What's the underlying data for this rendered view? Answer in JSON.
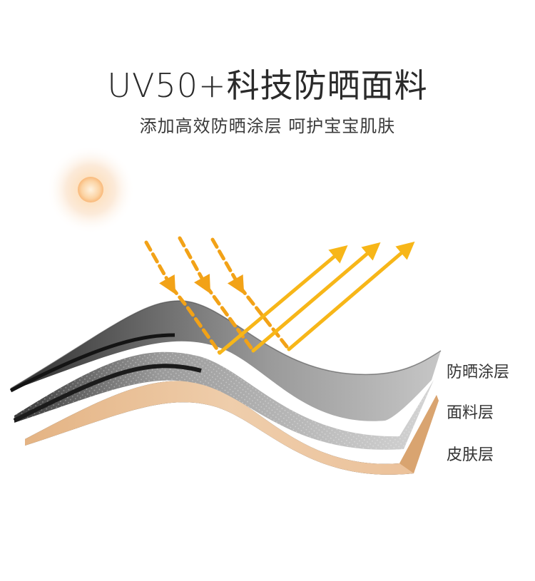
{
  "heading": {
    "title": "UV50+科技防晒面料",
    "subtitle": "添加高效防晒涂层  呵护宝宝肌肤"
  },
  "layers": [
    {
      "label": "防晒涂层"
    },
    {
      "label": "面料层"
    },
    {
      "label": "皮肤层"
    }
  ],
  "colors": {
    "coating": "#8d8d8d",
    "fabric": "#bfbfbf",
    "skin": "#efc9a2",
    "incoming_ray": "#f2a217",
    "reflected_ray": "#f7c51a",
    "sun": "#fbb46a"
  }
}
